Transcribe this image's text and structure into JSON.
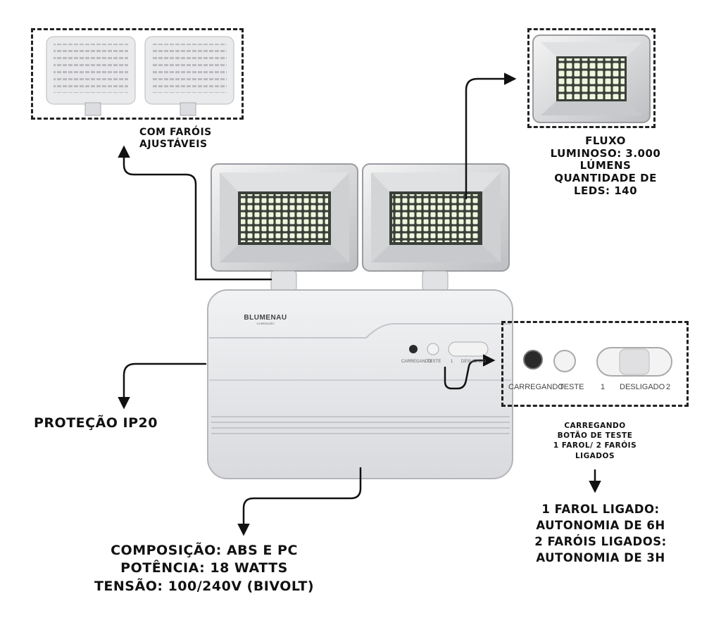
{
  "labels": {
    "adjustable": [
      "COM FARÓIS",
      "AJUSTÁVEIS"
    ],
    "flux": [
      "FLUXO",
      "LUMINOSO: 3.000",
      "LÚMENS",
      "QUANTIDADE DE",
      "LEDS: 140"
    ],
    "protection": "PROTEÇÃO IP20",
    "controls": [
      "CARREGANDO",
      "BOTÃO DE TESTE",
      "1 FAROL/ 2 FARÓIS",
      "LIGADOS"
    ],
    "autonomy": [
      "1 FAROL LIGADO:",
      "AUTONOMIA DE 6H",
      "2 FARÓIS LIGADOS:",
      "AUTONOMIA DE 3H"
    ],
    "specs": [
      "COMPOSIÇÃO: ABS E PC",
      "POTÊNCIA: 18 WATTS",
      "TENSÃO: 100/240V (BIVOLT)"
    ]
  },
  "device": {
    "brand": "BLUMENAU",
    "brand_sub": "ILUMINAÇÃO",
    "panel": {
      "charging": "CARREGANDO",
      "test": "TESTE",
      "one": "1",
      "off": "DESLIGADO",
      "two": "2"
    }
  },
  "colors": {
    "body": "#e8e9ec",
    "led": "#f2f7e6",
    "indicator": "#2a2a2a",
    "arrow": "#111111"
  }
}
